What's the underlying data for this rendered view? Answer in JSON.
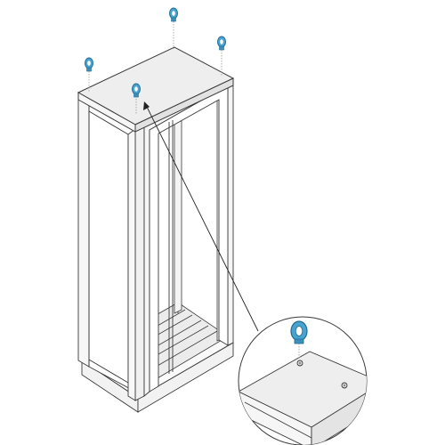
{
  "illustration": {
    "subject": "enclosure-frame-with-lifting-eyes",
    "eyebolt_color": "#4aa3cf",
    "eyebolt_dark": "#1f6d96",
    "line_color": "#3a3a3a",
    "panel_fill": "#eeeeee",
    "face_fill": "#f6f6f6",
    "eyebolt_count": 4,
    "detail_callout": "magnified-eyebolt"
  }
}
